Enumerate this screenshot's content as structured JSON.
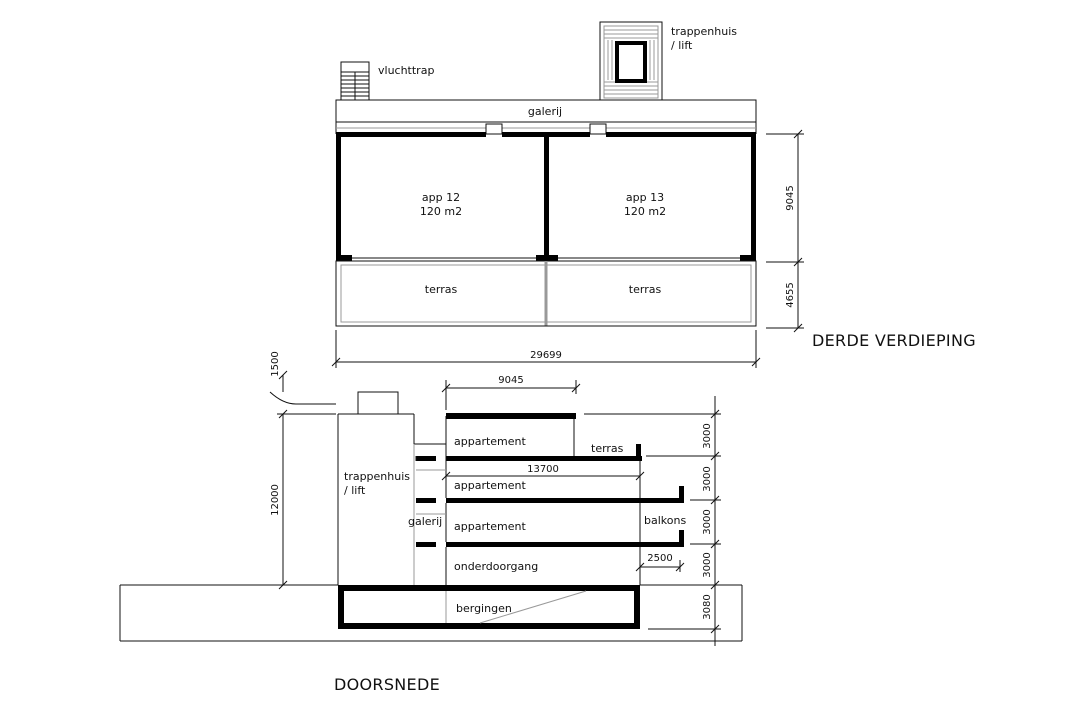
{
  "plan": {
    "title": "DERDE VERDIEPING",
    "labels": {
      "vluchttrap": "vluchttrap",
      "trappenhuis_line1": "trappenhuis",
      "trappenhuis_line2": "/ lift",
      "galerij": "galerij",
      "app12_name": "app 12",
      "app12_area": "120 m2",
      "app13_name": "app 13",
      "app13_area": "120 m2",
      "terras_left": "terras",
      "terras_right": "terras"
    },
    "dimensions": {
      "apartment_depth": "9045",
      "terrace_depth": "4655",
      "total_width": "29699"
    }
  },
  "section": {
    "title": "DOORSNEDE",
    "labels": {
      "trappenhuis_line1": "trappenhuis",
      "trappenhuis_line2": "/ lift",
      "appartement_top": "appartement",
      "appartement_mid": "appartement",
      "appartement_low": "appartement",
      "terras": "terras",
      "galerij": "galerij",
      "balkons": "balkons",
      "onderdoorgang": "onderdoorgang",
      "bergingen": "bergingen"
    },
    "dimensions": {
      "roof_offset": "1500",
      "top_width": "9045",
      "slab_width": "13700",
      "total_height": "12000",
      "floor4": "3000",
      "floor3": "3000",
      "floor2": "3000",
      "floor1": "3000",
      "basement": "3080",
      "balcony_depth": "2500"
    }
  }
}
